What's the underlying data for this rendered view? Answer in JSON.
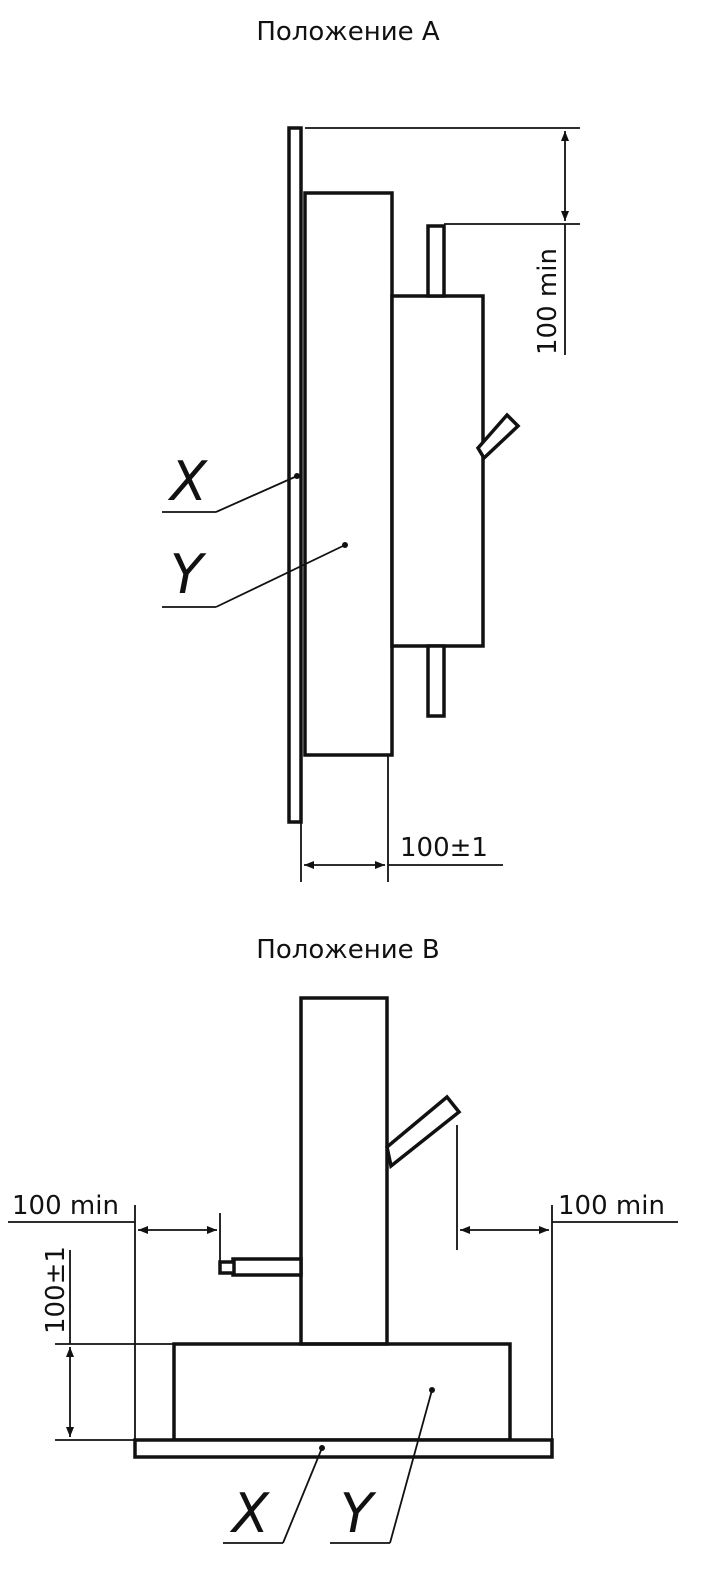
{
  "position_a": {
    "caption": "Положение А",
    "dim_top": "100 min",
    "dim_bottom": "100±1",
    "label_x": "X",
    "label_y": "Y"
  },
  "position_b": {
    "caption": "Положение В",
    "dim_left": "100 min",
    "dim_right": "100 min",
    "dim_height": "100±1",
    "label_x": "X",
    "label_y": "Y"
  }
}
